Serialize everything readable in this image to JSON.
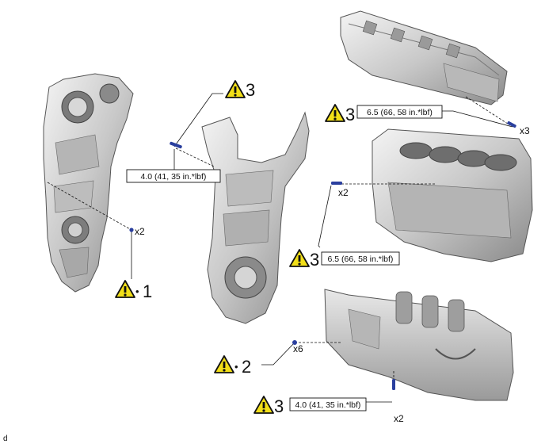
{
  "callouts": [
    {
      "id": "c1",
      "number": "1",
      "mult": "x2",
      "torque": ""
    },
    {
      "id": "c2",
      "number": "2",
      "mult": "x6",
      "torque": ""
    },
    {
      "id": "c3a",
      "number": "3",
      "mult": "",
      "torque": "4.0 (41, 35 in.*lbf)"
    },
    {
      "id": "c3b",
      "number": "3",
      "mult": "x3",
      "torque": "6.5 (66, 58 in.*lbf)"
    },
    {
      "id": "c3c",
      "number": "3",
      "mult": "x2",
      "torque": "6.5 (66, 58 in.*lbf)"
    },
    {
      "id": "c3d",
      "number": "3",
      "mult": "x2",
      "torque": "4.0 (41, 35 in.*lbf)"
    }
  ],
  "bullet": "•",
  "corner_code": "d",
  "colors": {
    "bolt": "#2a3f9e",
    "warning": "#f2df18",
    "metal": "#c9c9c9"
  },
  "icons": [
    "warning-triangle-icon"
  ]
}
